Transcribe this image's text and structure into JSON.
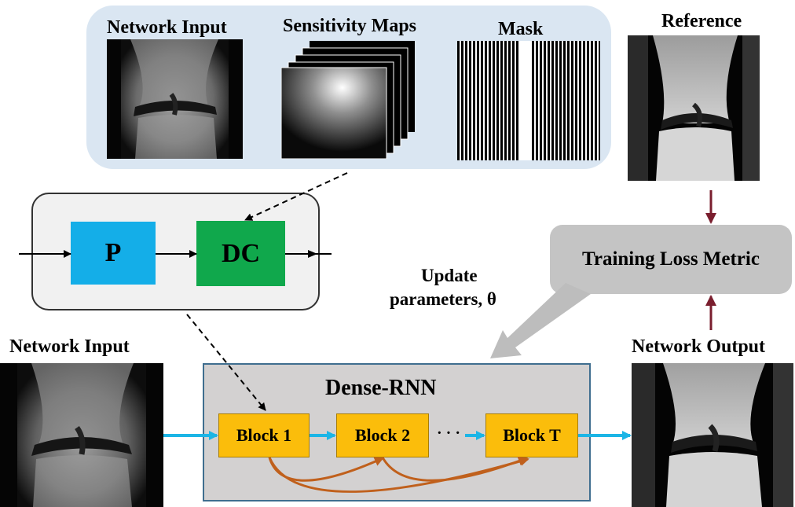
{
  "top_panel": {
    "network_input_label": "Network Input",
    "sensitivity_maps_label": "Sensitivity Maps",
    "mask_label": "Mask"
  },
  "reference_label": "Reference",
  "dc_module": {
    "p_label": "P",
    "dc_label": "DC"
  },
  "update": {
    "line1": "Update",
    "line2": "parameters, θ"
  },
  "loss_label": "Training Loss Metric",
  "network_input_label": "Network Input",
  "network_output_label": "Network Output",
  "dense_rnn": {
    "title": "Dense-RNN",
    "blocks": [
      "Block 1",
      "Block 2",
      "Block T"
    ],
    "ellipsis": "· · ·"
  },
  "colors": {
    "panel_bg": "#dae6f2",
    "module_bg": "#f1f1f1",
    "p_block": "#14aee8",
    "dc_block": "#10a84c",
    "rnn_bg": "#d3d1d1",
    "rnn_border": "#3f6e8f",
    "rnn_block": "#fbbd0b",
    "skip_arrow": "#c0601c",
    "flow_arrow": "#1bb5e6",
    "loss_box": "#c4c4c4",
    "loss_arrow": "#7a1e2e"
  }
}
